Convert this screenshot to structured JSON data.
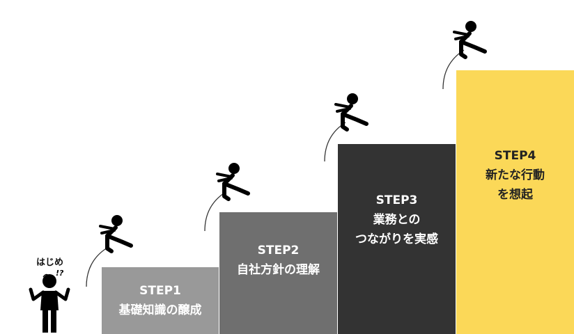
{
  "start": {
    "label": "はじめ",
    "mark": "!?"
  },
  "steps": [
    {
      "title": "STEP1",
      "lines": [
        "基礎知識の醸成"
      ],
      "color": "#999999"
    },
    {
      "title": "STEP2",
      "lines": [
        "自社方針の理解"
      ],
      "color": "#6f6f6f"
    },
    {
      "title": "STEP3",
      "lines": [
        "業務との",
        "つながりを実感"
      ],
      "color": "#333333"
    },
    {
      "title": "STEP4",
      "lines": [
        "新たな行動",
        "を想起"
      ],
      "color": "#fbd858"
    }
  ]
}
